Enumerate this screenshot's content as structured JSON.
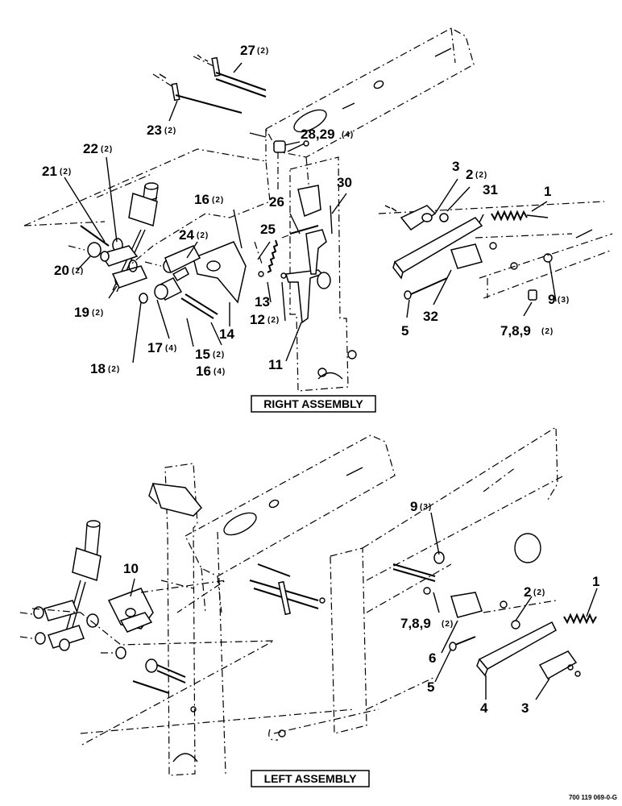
{
  "sections": {
    "right": {
      "title": "RIGHT ASSEMBLY"
    },
    "left": {
      "title": "LEFT ASSEMBLY"
    }
  },
  "figure_id": "700 119 069-0-G",
  "callouts": {
    "c1": "1",
    "c2": "2",
    "c2q": "(2)",
    "c3": "3",
    "c5": "5",
    "c789": "7,8,9",
    "c789q": "(2)",
    "c9": "9",
    "c9q": "(3)",
    "c11": "11",
    "c12": "12",
    "c12q": "(2)",
    "c13": "13",
    "c14": "14",
    "c15": "15",
    "c15q": "(2)",
    "c16a": "16",
    "c16aq": "(2)",
    "c16b": "16",
    "c16bq": "(4)",
    "c17": "17",
    "c17q": "(4)",
    "c18": "18",
    "c18q": "(2)",
    "c19": "19",
    "c19q": "(2)",
    "c20": "20",
    "c20q": "(2)",
    "c21": "21",
    "c21q": "(2)",
    "c22": "22",
    "c22q": "(2)",
    "c23": "23",
    "c23q": "(2)",
    "c24": "24",
    "c24q": "(2)",
    "c25": "25",
    "c26": "26",
    "c27": "27",
    "c27q": "(2)",
    "c2829": "28,29",
    "c2829q": "(4)",
    "c30": "30",
    "c31": "31",
    "c32": "32",
    "l1": "1",
    "l2": "2",
    "l2q": "(2)",
    "l3": "3",
    "l4": "4",
    "l5": "5",
    "l6": "6",
    "l789": "7,8,9",
    "l789q": "(2)",
    "l9": "9",
    "l9q": "(3)",
    "l10": "10"
  }
}
